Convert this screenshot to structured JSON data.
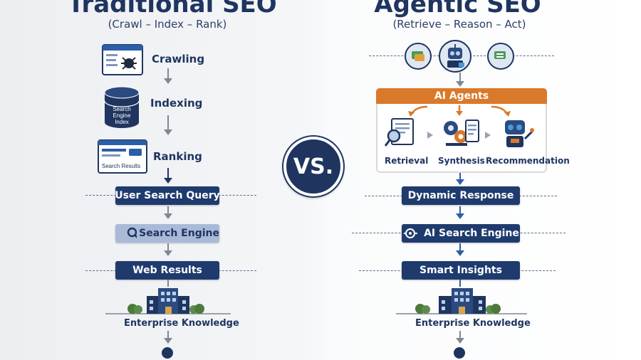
{
  "left": {
    "title": "Traditional SEO",
    "subtitle": "(Crawl – Index – Rank)",
    "steps": {
      "crawling": "Crawling",
      "indexing": "Indexing",
      "ranking": "Ranking"
    },
    "db_label_1": "Search",
    "db_label_2": "Engine",
    "db_label_3": "Index",
    "results_window_label": "Search Results",
    "bars": {
      "query": "User Search Query",
      "engine": "Search Engine",
      "results": "Web Results"
    },
    "knowledge": "Enterprise Knowledge"
  },
  "vs": "VS.",
  "right": {
    "title": "Agentic SEO",
    "subtitle": "(Retrieve – Reason – Act)",
    "agents_header": "AI Agents",
    "agents": {
      "retrieval": "Retrieval",
      "synthesis": "Synthesis",
      "recommendation": "Recommendation"
    },
    "bars": {
      "response": "Dynamic Response",
      "engine": "AI Search Engine",
      "insights": "Smart Insights"
    },
    "knowledge": "Enterprise Knowledge"
  },
  "colors": {
    "navy": "#1f3b6e",
    "light_bar": "#a9bad8",
    "orange": "#d97a2b",
    "green": "#4b7a3a"
  }
}
